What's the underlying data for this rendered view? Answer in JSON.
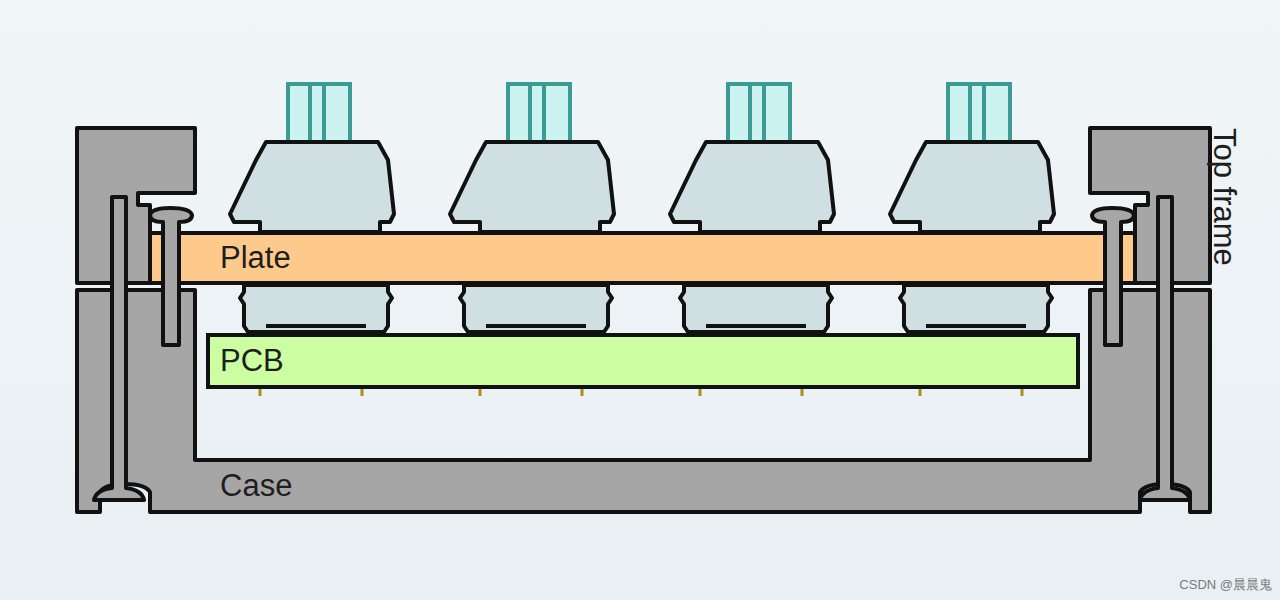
{
  "diagram": {
    "nodes": [
      {
        "text": [
          "Plate"
        ]
      },
      {
        "text": [
          "PCB"
        ]
      },
      {
        "text": [
          "Case"
        ]
      }
    ],
    "labels": [
      "Top frame",
      "CSDN @晨晨鬼"
    ]
  }
}
